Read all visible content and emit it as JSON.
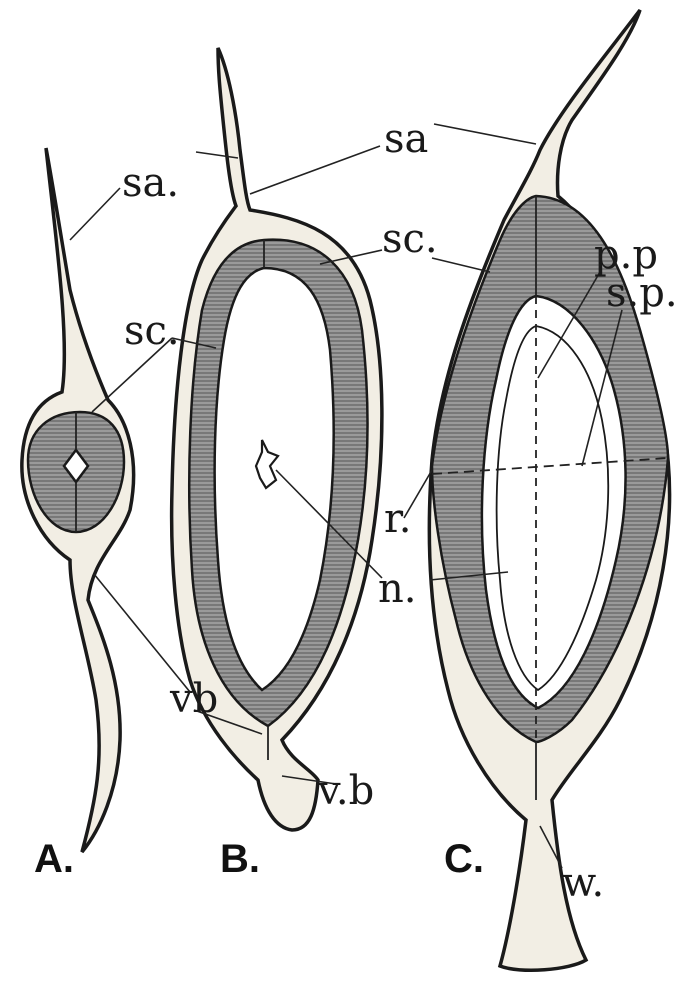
{
  "figure": {
    "panels": [
      {
        "id": "A",
        "label": "A."
      },
      {
        "id": "B",
        "label": "B."
      },
      {
        "id": "C",
        "label": "C."
      }
    ],
    "labels": {
      "sa": "sa",
      "sa_dot": "sa.",
      "sc": "sc",
      "sc_dot": "sc.",
      "vb": "vb",
      "vb_prime": "v.b",
      "n": "n.",
      "r": "r.",
      "pp": "p.p",
      "sp": "s.p.",
      "w": "w."
    },
    "colors": {
      "background": "#ffffff",
      "tissue_fill": "#f2eee4",
      "sclerotic_ring": "#8f8f8f",
      "ink": "#1a1a1a"
    }
  }
}
